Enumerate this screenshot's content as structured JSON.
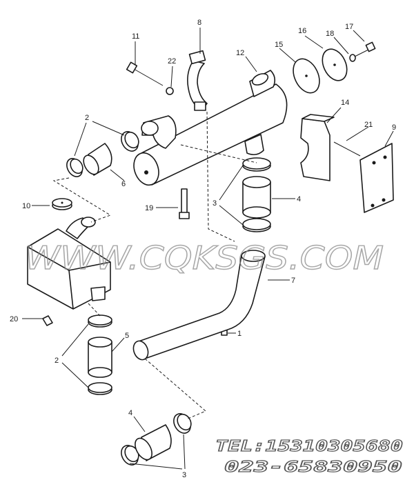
{
  "callouts": {
    "c1": "1",
    "c2a": "2",
    "c2b": "2",
    "c3a": "3",
    "c3b": "3",
    "c4a": "4",
    "c4b": "4",
    "c5": "5",
    "c6": "6",
    "c7": "7",
    "c8": "8",
    "c9": "9",
    "c10": "10",
    "c11": "11",
    "c12": "12",
    "c14": "14",
    "c15": "15",
    "c16": "16",
    "c17": "17",
    "c18": "18",
    "c19": "19",
    "c20": "20",
    "c21": "21",
    "c22": "22"
  },
  "watermark": "WWW.CQKSGS.COM",
  "contact": {
    "tel": "TEL:15310305680",
    "phone": "023-65830950"
  },
  "colors": {
    "line": "#1a1a1a",
    "watermark": "#8a8a8a",
    "background": "#ffffff"
  }
}
